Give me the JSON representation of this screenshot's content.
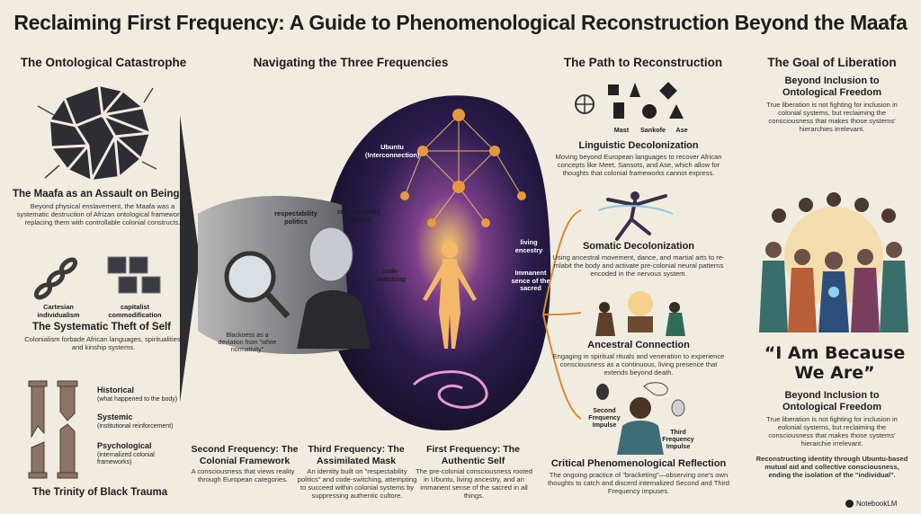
{
  "title": "Reclaiming First Frequency: A Guide to Phenomenological Reconstruction Beyond the Maafa",
  "columns": {
    "left": "The Ontological Catastrophe",
    "center": "Navigating the Three Frequencies",
    "path": "The Path to Reconstruction",
    "goal": "The Goal of Liberation"
  },
  "left": {
    "maafa": {
      "heading": "The Maafa as an Assault on Being",
      "text": "Beyond physical enslavement, the Maafa was a systematic destruction of Afrizan ontological frameworks, replacing them with controllable colonial constructs."
    },
    "theft": {
      "label_a": "Cartesian individualism",
      "label_b": "capitalist commodification",
      "heading": "The Systematic Theft of Self",
      "text": "Colonialism forbade African languages, spiritualities, and kinship systems."
    },
    "trinity": {
      "items": [
        {
          "title": "Historical",
          "sub": "(what happened to the body)"
        },
        {
          "title": "Systemic",
          "sub": "(institutional reinforcement)"
        },
        {
          "title": "Psychological",
          "sub": "(internalized colonial frameworks)"
        }
      ],
      "heading": "The Trinity of Black Trauma"
    }
  },
  "center": {
    "labels": {
      "respect1": "respectability politics",
      "respect2": "respectability politics",
      "code": "code-switching",
      "blackness": "Blackoess as a deviation from \"white normativity\"",
      "ubuntu": "Ubuntu (Interconnection)",
      "ancestry": "living encestry",
      "immanent": "Immanent sence of the sacred"
    },
    "freqs": [
      {
        "heading": "Second Frequency: The Colonial Framework",
        "text": "A consciousness that views reality through European categories."
      },
      {
        "heading": "Third Frequency: The Assimilated Mask",
        "text": "An identity built on \"respectability politics\" and code-switching, attempting to succeed within colonial systems by suppressing authentic cultore."
      },
      {
        "heading": "First Frequency: The Authentic Self",
        "text": "The pre-colonial consciousness rooted in Ubuntu, living ancestry, and an immanent sense of the sacred in all things."
      }
    ]
  },
  "path": {
    "glyph_labels": [
      "Mast",
      "Sankofe",
      "Ase"
    ],
    "items": [
      {
        "heading": "Linguistic Decolonization",
        "text": "Moving beyond European languages to recover African concepts like Meet, Sansots, and Ase, which allow for thoughts that colonial frameworks cannot express."
      },
      {
        "heading": "Somatic Decolonization",
        "text": "Using ancestral movement, dance, and martial arts to re-mlabit the body and activate pre-colonial neural patterns encoded in the nervous system."
      },
      {
        "heading": "Ancestral Connection",
        "text": "Engaging in spiritual rituals and veneration to experience consciousness as a continuous, living presence that extends beyond death."
      },
      {
        "heading": "Critical Phenomenological Reflection",
        "text": "The ongoing practice of \"bracketing\"—observing one's own thoughts to catch and discerd internalized Second and Third Frequency impuses."
      }
    ],
    "impulse_a": "Second Frequency Impulse",
    "impulse_b": "Third Frequency Impulse"
  },
  "goal": {
    "top": {
      "heading": "Beyond Inclusion to Ontological Freedom",
      "text": "True liberation is not fighting for inclusion in colonial systems, but reclaiming the consciousness that makes those systems' hierarchies irrelevant."
    },
    "quote": "“I Am Because We Are”",
    "bottom": {
      "heading": "Beyond Inclusion to Ontological Freedom",
      "text": "True liberation is not fighting for inclusion in eolonial systems, but reclaiming the consciousness that makes those systems' hierarchie irrelevant."
    },
    "closing": "Reconstructing identity through Ubuntu-based mutual aid and collective consciousness, ending the isolation of the \"individual\"."
  },
  "brand": "NotebookLM",
  "colors": {
    "background": "#f1ece0",
    "accent": "#d98a2b",
    "cosmic": "#20143a"
  }
}
